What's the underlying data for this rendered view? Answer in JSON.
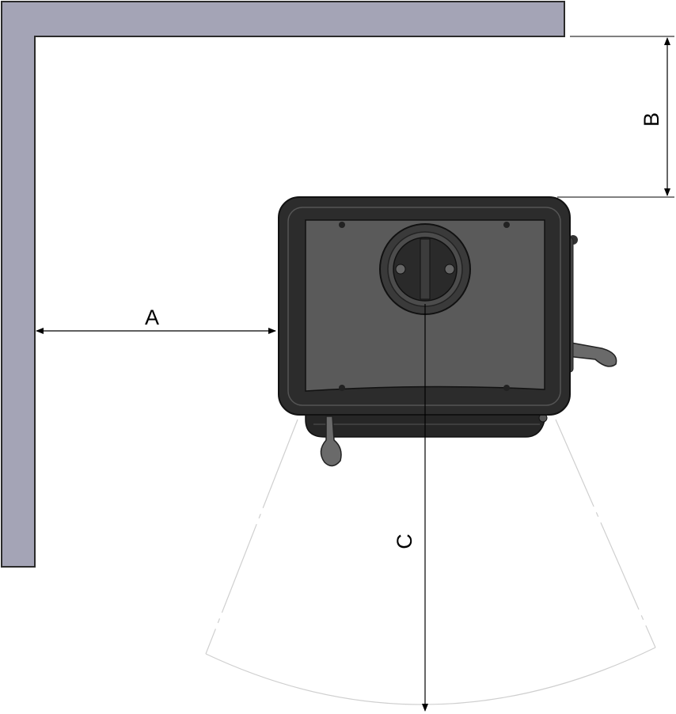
{
  "diagram": {
    "labels": {
      "side_clearance": "A",
      "rear_clearance": "B",
      "front_clearance": "C"
    },
    "colors": {
      "wall_fill": "#a4a4b6",
      "wall_stroke": "#2b2b2b",
      "stove_body": "#2c2c2c",
      "stove_panel": "#5a5a5a",
      "dimension_line": "#000000",
      "arc_line": "#cfcfcf"
    }
  }
}
